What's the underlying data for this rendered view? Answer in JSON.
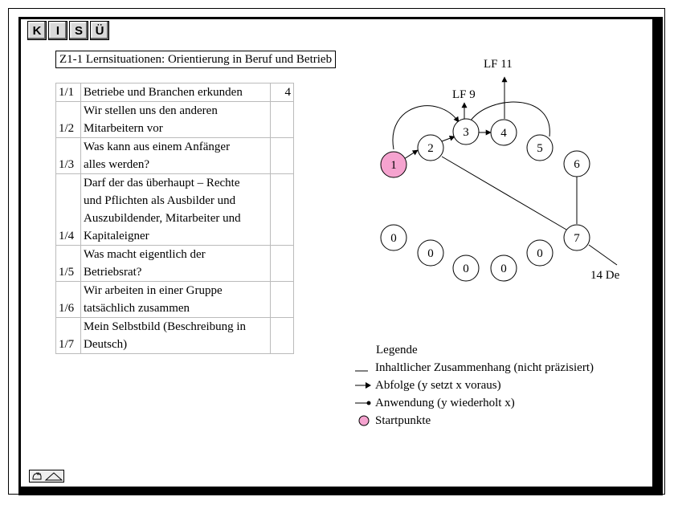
{
  "logo": {
    "letters": [
      "K",
      "I",
      "S",
      "Ü"
    ]
  },
  "title": "Z1-1 Lernsituationen: Orientierung in Beruf und Betrieb",
  "lessons": [
    {
      "num": "1/1",
      "lines": [
        "Betriebe und Branchen erkunden"
      ],
      "hours": "4"
    },
    {
      "num": "1/2",
      "lines": [
        "Wir stellen uns den anderen",
        "Mitarbeitern vor"
      ],
      "hours": ""
    },
    {
      "num": "1/3",
      "lines": [
        "Was kann aus einem Anfänger",
        "alles werden?"
      ],
      "hours": ""
    },
    {
      "num": "1/4",
      "lines": [
        "Darf der das überhaupt – Rechte",
        "und Pflichten als Ausbilder und",
        "Auszubildender, Mitarbeiter und",
        "Kapitaleigner"
      ],
      "hours": ""
    },
    {
      "num": "1/5",
      "lines": [
        "Was macht eigentlich der",
        "Betriebsrat?"
      ],
      "hours": ""
    },
    {
      "num": "1/6",
      "lines": [
        "Wir arbeiten in einer Gruppe",
        "tatsächlich zusammen"
      ],
      "hours": ""
    },
    {
      "num": "1/7",
      "lines": [
        "Mein Selbstbild (Beschreibung in",
        "Deutsch)"
      ],
      "hours": ""
    }
  ],
  "diagram": {
    "start_color": "#f5a3cf",
    "nodes": [
      {
        "id": "n1",
        "label": "1",
        "start": true
      },
      {
        "id": "n2",
        "label": "2"
      },
      {
        "id": "n3",
        "label": "3"
      },
      {
        "id": "n4",
        "label": "4"
      },
      {
        "id": "n5",
        "label": "5"
      },
      {
        "id": "n6",
        "label": "6"
      },
      {
        "id": "n7",
        "label": "7"
      },
      {
        "id": "z1",
        "label": "0"
      },
      {
        "id": "z2",
        "label": "0"
      },
      {
        "id": "z3",
        "label": "0"
      },
      {
        "id": "z4",
        "label": "0"
      },
      {
        "id": "z5",
        "label": "0"
      }
    ],
    "external_labels": {
      "lf9": "LF 9",
      "lf11": "LF 11",
      "de14": "14 De"
    }
  },
  "legend": {
    "title": "Legende",
    "items": [
      {
        "kind": "line",
        "text": "Inhaltlicher Zusammenhang (nicht präzisiert)"
      },
      {
        "kind": "arrow",
        "text": "Abfolge (y setzt x voraus)"
      },
      {
        "kind": "dot",
        "text": "Anwendung (y wiederholt x)"
      },
      {
        "kind": "start",
        "text": "Startpunkte"
      }
    ]
  }
}
